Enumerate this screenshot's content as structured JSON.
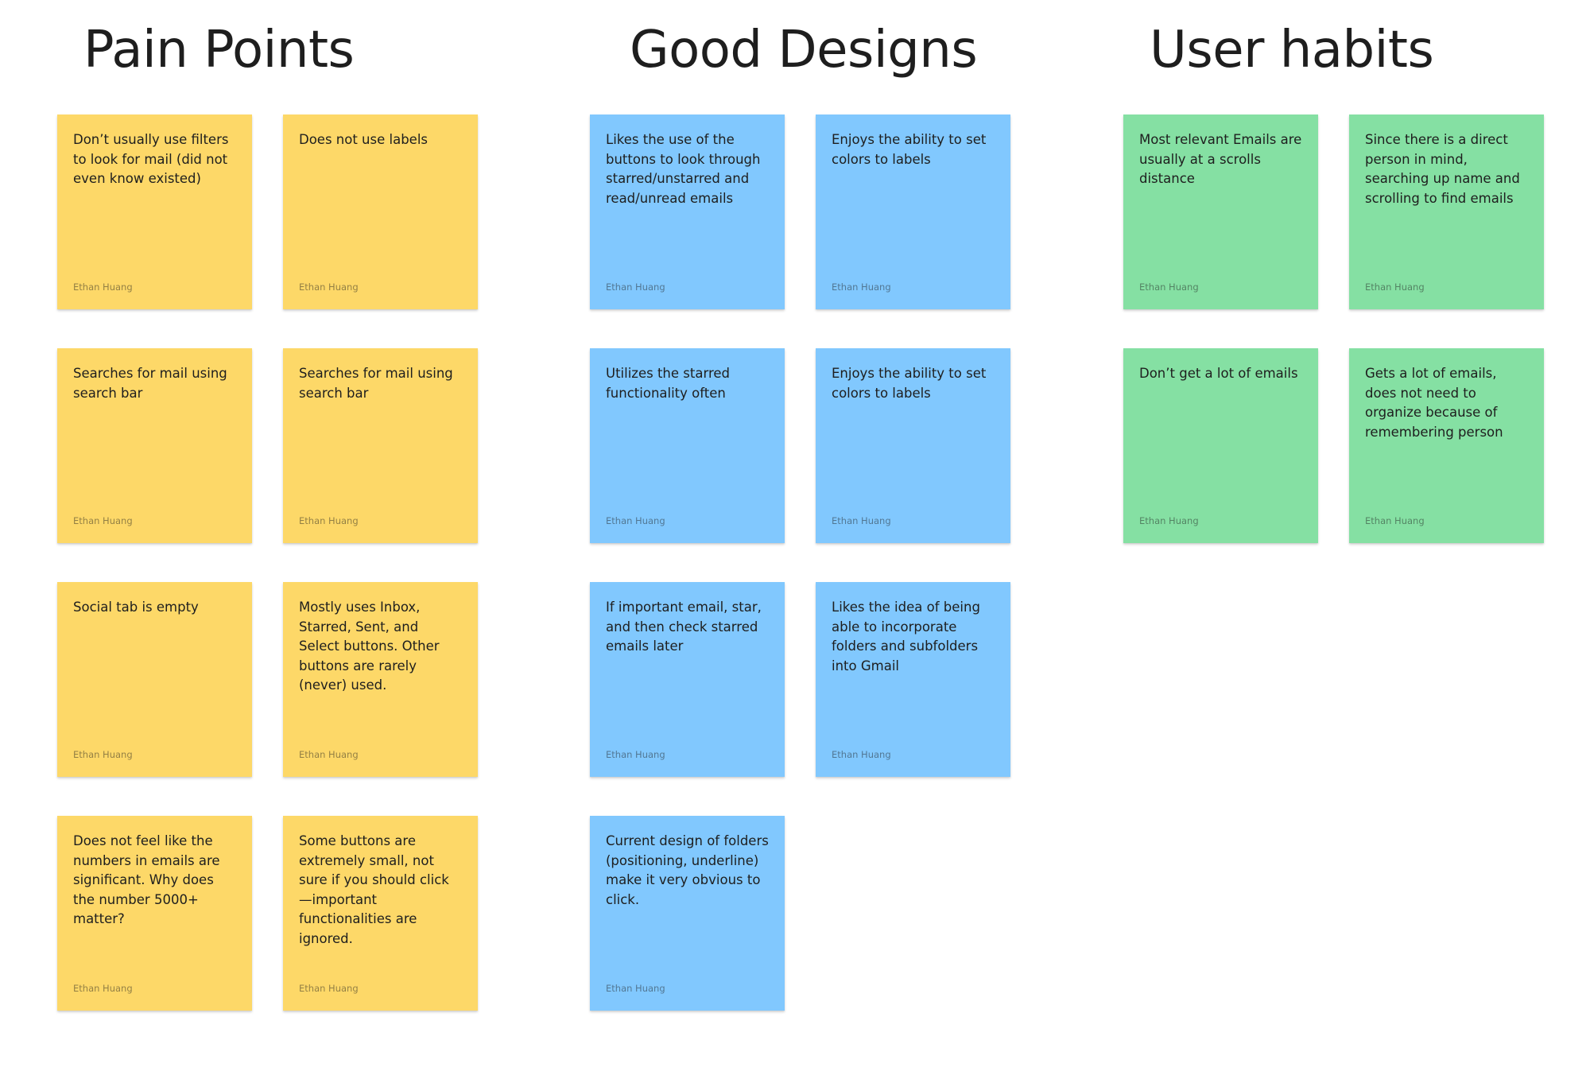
{
  "sections": [
    {
      "title": "Pain Points",
      "color": "#fdd868",
      "notes": [
        {
          "text": "Don’t usually use filters to look for mail (did not even know existed)",
          "author": "Ethan Huang"
        },
        {
          "text": "Does not use labels",
          "author": "Ethan Huang"
        },
        {
          "text": "Searches for mail using search bar",
          "author": "Ethan Huang"
        },
        {
          "text": "Searches for mail using search bar",
          "author": "Ethan Huang"
        },
        {
          "text": "Social tab is empty",
          "author": "Ethan Huang"
        },
        {
          "text": "Mostly uses Inbox, Starred, Sent, and Select buttons. Other buttons are rarely (never) used.",
          "author": "Ethan Huang"
        },
        {
          "text": "Does not feel like the numbers in emails are significant. Why does the number 5000+ matter?",
          "author": "Ethan Huang"
        },
        {
          "text": "Some buttons are extremely small, not sure if you should click—important functionalities are ignored.",
          "author": "Ethan Huang"
        }
      ]
    },
    {
      "title": "Good Designs",
      "color": "#81c8fe",
      "notes": [
        {
          "text": "Likes the use of the buttons to look through starred/unstarred and read/unread emails",
          "author": "Ethan Huang"
        },
        {
          "text": "Enjoys the ability to set colors to labels",
          "author": "Ethan Huang"
        },
        {
          "text": "Utilizes the starred functionality often",
          "author": "Ethan Huang"
        },
        {
          "text": "Enjoys the ability to set colors to labels",
          "author": "Ethan Huang"
        },
        {
          "text": "If important email, star, and then check starred emails later",
          "author": "Ethan Huang"
        },
        {
          "text": "Likes the idea of being able to incorporate folders and subfolders into Gmail",
          "author": "Ethan Huang"
        },
        {
          "text": "Current design of folders (positioning, underline) make it very obvious to click.",
          "author": "Ethan Huang"
        }
      ]
    },
    {
      "title": "User habits",
      "color": "#85e0a3",
      "notes": [
        {
          "text": "Most relevant Emails are usually at a scrolls distance",
          "author": "Ethan Huang"
        },
        {
          "text": "Since there is a direct person in mind, searching up name and scrolling to find emails",
          "author": "Ethan Huang"
        },
        {
          "text": "Don’t get a lot of emails",
          "author": "Ethan Huang"
        },
        {
          "text": "Gets a lot of emails, does not need to organize because of remembering person",
          "author": "Ethan Huang"
        }
      ]
    }
  ]
}
